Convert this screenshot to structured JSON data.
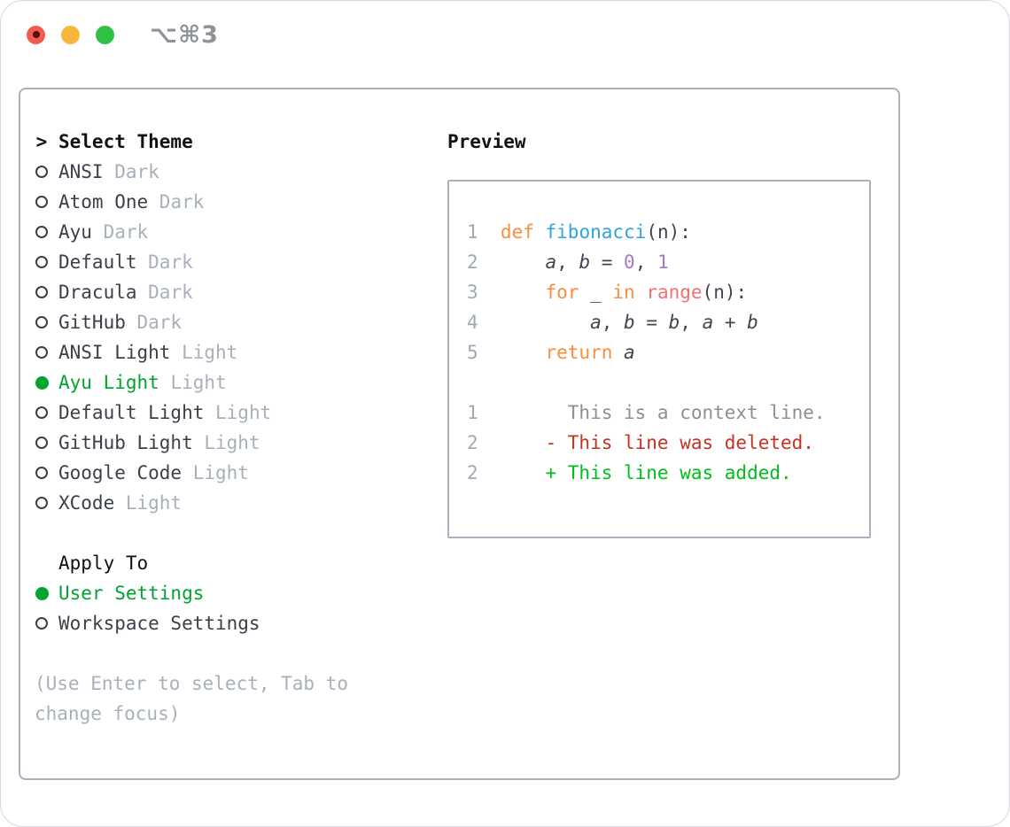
{
  "window": {
    "title": "⌥⌘3",
    "traffic_lights": [
      "close",
      "minimize",
      "zoom"
    ]
  },
  "colors": {
    "accent_green": "#00a42f",
    "diff_added": "#00bf1d",
    "diff_deleted": "#c53222",
    "diff_context": "#8b9096",
    "line_number": "#9fa9b3",
    "keyword_orange": "#fa8d3e",
    "function_blue": "#2fa2e2",
    "builtin_coral": "#f27171",
    "number_purple": "#a37acc",
    "code_default": "#41454f",
    "text_primary": "#101216",
    "text_secondary": "#3a3f4a",
    "text_muted": "#a8b0bb",
    "panel_border": "#a9b2bc",
    "titlebar_text": "#8e9299",
    "traffic_red": "#f35a52",
    "traffic_yellow": "#f6b73c",
    "traffic_green": "#2fc146"
  },
  "theme_panel": {
    "header_marker": ">",
    "header_label": "Select Theme",
    "themes": [
      {
        "name": "ANSI",
        "variant": "Dark",
        "selected": false
      },
      {
        "name": "Atom One",
        "variant": "Dark",
        "selected": false
      },
      {
        "name": "Ayu",
        "variant": "Dark",
        "selected": false
      },
      {
        "name": "Default",
        "variant": "Dark",
        "selected": false
      },
      {
        "name": "Dracula",
        "variant": "Dark",
        "selected": false
      },
      {
        "name": "GitHub",
        "variant": "Dark",
        "selected": false
      },
      {
        "name": "ANSI Light",
        "variant": "Light",
        "selected": false
      },
      {
        "name": "Ayu Light",
        "variant": "Light",
        "selected": true
      },
      {
        "name": "Default Light",
        "variant": "Light",
        "selected": false
      },
      {
        "name": "GitHub Light",
        "variant": "Light",
        "selected": false
      },
      {
        "name": "Google Code",
        "variant": "Light",
        "selected": false
      },
      {
        "name": "XCode",
        "variant": "Light",
        "selected": false
      }
    ],
    "apply_to": {
      "label": "Apply To",
      "options": [
        {
          "label": "User Settings",
          "selected": true
        },
        {
          "label": "Workspace Settings",
          "selected": false
        }
      ]
    },
    "hint": "(Use Enter to select, Tab to change focus)"
  },
  "preview": {
    "label": "Preview",
    "lines": [
      {
        "kind": "code",
        "num": "1",
        "tokens": [
          [
            "def",
            "kw"
          ],
          [
            " ",
            "plain"
          ],
          [
            "fibonacci",
            "fn"
          ],
          [
            "(n):",
            "plain"
          ]
        ]
      },
      {
        "kind": "code",
        "num": "2",
        "tokens": [
          [
            "    ",
            "plain"
          ],
          [
            "a",
            "var"
          ],
          [
            ", ",
            "plain"
          ],
          [
            "b",
            "var"
          ],
          [
            " = ",
            "plain"
          ],
          [
            "0",
            "num"
          ],
          [
            ", ",
            "plain"
          ],
          [
            "1",
            "num"
          ]
        ]
      },
      {
        "kind": "code",
        "num": "3",
        "tokens": [
          [
            "    ",
            "plain"
          ],
          [
            "for",
            "kw"
          ],
          [
            " _ ",
            "plain"
          ],
          [
            "in",
            "kw"
          ],
          [
            " ",
            "plain"
          ],
          [
            "range",
            "call"
          ],
          [
            "(n):",
            "plain"
          ]
        ]
      },
      {
        "kind": "code",
        "num": "4",
        "tokens": [
          [
            "        ",
            "plain"
          ],
          [
            "a",
            "var"
          ],
          [
            ", ",
            "plain"
          ],
          [
            "b",
            "var"
          ],
          [
            " = ",
            "plain"
          ],
          [
            "b",
            "var"
          ],
          [
            ", ",
            "plain"
          ],
          [
            "a",
            "var"
          ],
          [
            " + ",
            "plain"
          ],
          [
            "b",
            "var"
          ]
        ]
      },
      {
        "kind": "code",
        "num": "5",
        "tokens": [
          [
            "    ",
            "plain"
          ],
          [
            "return",
            "kw"
          ],
          [
            " ",
            "plain"
          ],
          [
            "a",
            "var"
          ]
        ]
      },
      {
        "kind": "blank",
        "num": "",
        "tokens": []
      },
      {
        "kind": "context",
        "num": "1",
        "tokens": [
          [
            "      This is a context line.",
            "ctx"
          ]
        ]
      },
      {
        "kind": "deleted",
        "num": "2",
        "tokens": [
          [
            "    - This line was deleted.",
            "del"
          ]
        ]
      },
      {
        "kind": "added",
        "num": "2",
        "tokens": [
          [
            "    + This line was added.",
            "add"
          ]
        ]
      }
    ]
  }
}
